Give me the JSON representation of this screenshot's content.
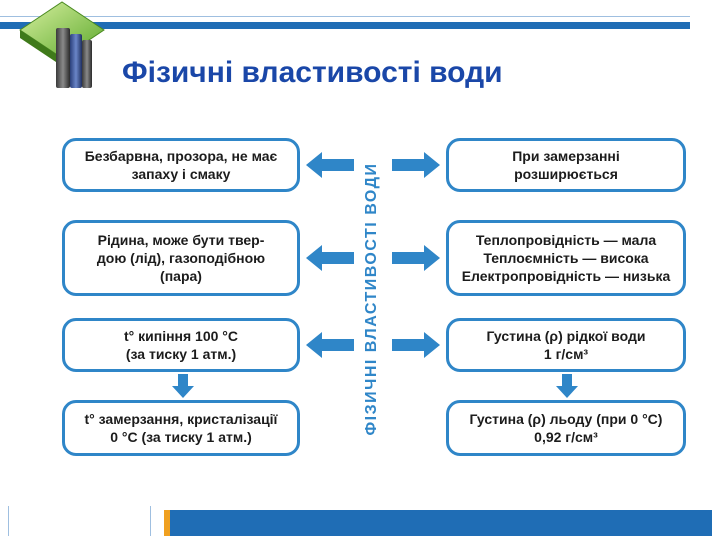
{
  "slide": {
    "title": "Фізичні властивості води"
  },
  "diagram": {
    "center_label": "ФІЗИЧНІ ВЛАСТИВОСТІ ВОДИ",
    "left_boxes": [
      "Безбарвна, прозора, не має\nзапаху і смаку",
      "Рідина, може бути твер-\nдою (лід), газоподібною\n(пара)",
      "t° кипіння 100 °C\n(за тиску 1 атм.)",
      "t° замерзання, кристалізації\n0 °C (за тиску 1 атм.)"
    ],
    "right_boxes": [
      "При замерзанні\nрозширюється",
      "Теплопровідність — мала\nТеплоємність — висока\nЕлектропровідність — низька",
      "Густина (ρ) рідкої води\n1 г/см³",
      "Густина (ρ) льоду (при 0 °C)\n0,92 г/см³"
    ]
  },
  "colors": {
    "accent_blue": "#1f6db5",
    "box_border": "#2f86c8",
    "title": "#1a47a8",
    "bottom_accent": "#f0a020"
  }
}
